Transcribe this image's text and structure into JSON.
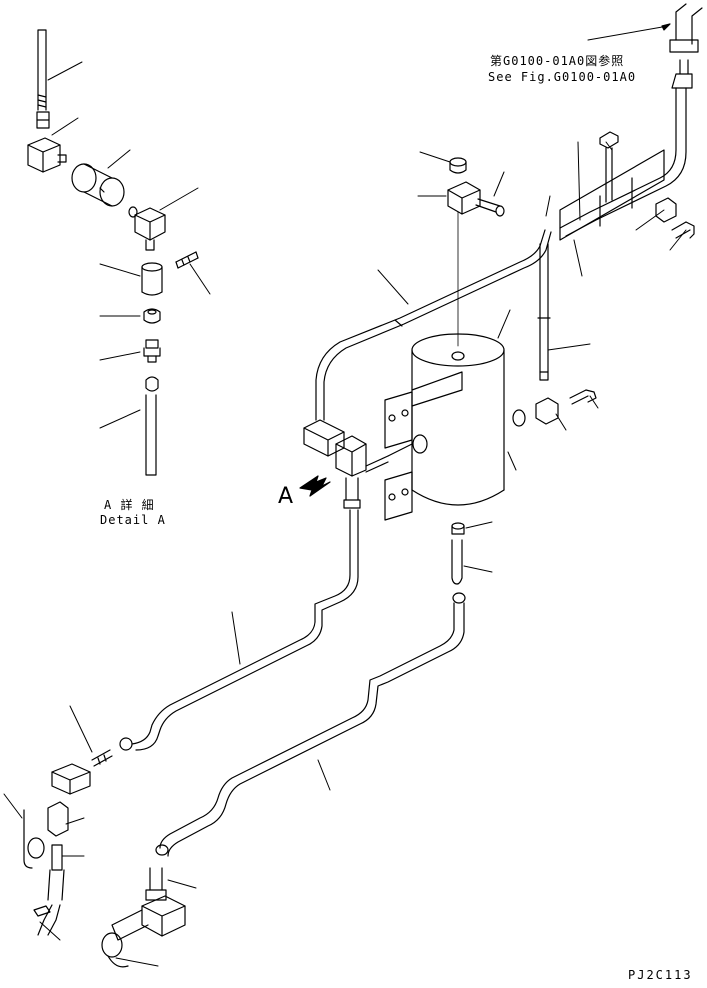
{
  "reference": {
    "line1": "第G0100-01A0図参照",
    "line2": "See Fig.G0100-01A0"
  },
  "detail": {
    "line1": "A 詳 細",
    "line2": "Detail A"
  },
  "view_letter": "A",
  "drawing_code": "PJ2C113"
}
